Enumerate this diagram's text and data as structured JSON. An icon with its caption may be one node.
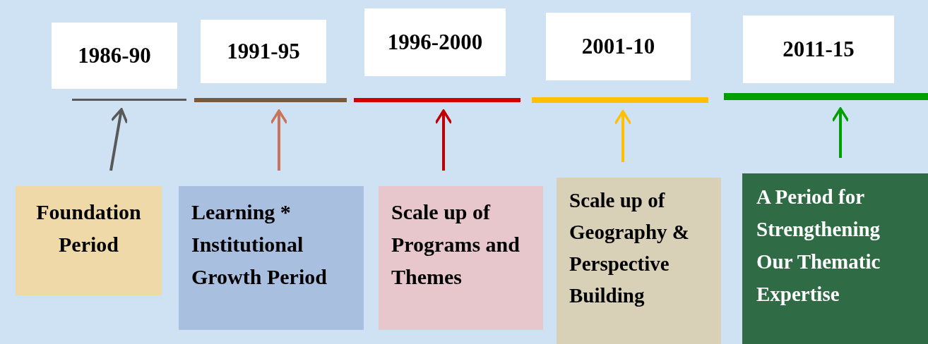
{
  "diagram": {
    "nodes": [
      {
        "text": [
          "1986-90"
        ]
      },
      {
        "text": [
          "1991-95"
        ]
      },
      {
        "text": [
          "1996-2000"
        ]
      },
      {
        "text": [
          "2001-10"
        ]
      },
      {
        "text": [
          "2011-15"
        ]
      },
      {
        "text": [],
        "shape": "bar"
      },
      {
        "text": [],
        "shape": "bar"
      },
      {
        "text": [],
        "shape": "bar"
      },
      {
        "text": [],
        "shape": "bar"
      },
      {
        "text": [],
        "shape": "bar"
      },
      {
        "text": [
          "Foundation Period"
        ]
      },
      {
        "text": [
          "Learning * Institutional Growth Period"
        ]
      },
      {
        "text": [
          "Scale up of Programs and Themes"
        ]
      },
      {
        "text": [
          "Scale up of Geography & Perspective Building"
        ]
      },
      {
        "text": [
          "A Period for Strengthening Our Thematic Expertise"
        ]
      }
    ],
    "edges": [
      {
        "from": 10,
        "to": 5,
        "arrow": "to",
        "color": "#595959"
      },
      {
        "from": 11,
        "to": 6,
        "arrow": "to",
        "color": "#c8735a"
      },
      {
        "from": 12,
        "to": 7,
        "arrow": "to",
        "color": "#c00000"
      },
      {
        "from": 13,
        "to": 8,
        "arrow": "to",
        "color": "#ffc000"
      },
      {
        "from": 14,
        "to": 9,
        "arrow": "to",
        "color": "#00a000"
      }
    ]
  }
}
